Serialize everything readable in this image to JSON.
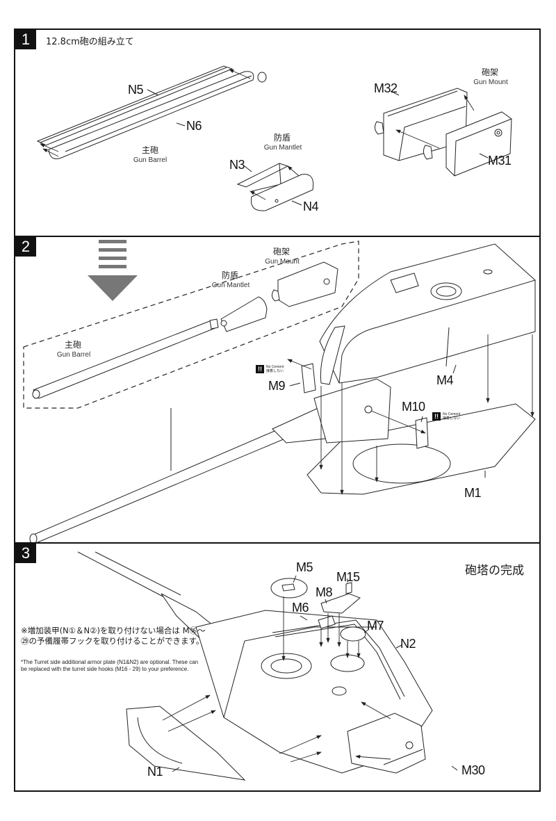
{
  "steps": [
    {
      "number": "1",
      "title": "12.8cm砲の組み立て",
      "groups": [
        {
          "jp": "主砲",
          "en": "Gun Barrel"
        },
        {
          "jp": "防盾",
          "en": "Gun Mantlet"
        },
        {
          "jp": "砲架",
          "en": "Gun Mount"
        }
      ],
      "parts": [
        "N5",
        "N6",
        "N3",
        "N4",
        "M32",
        "M31"
      ]
    },
    {
      "number": "2",
      "groups": [
        {
          "jp": "砲架",
          "en": "Gun Mount"
        },
        {
          "jp": "防盾",
          "en": "Gun Mantlet"
        },
        {
          "jp": "主砲",
          "en": "Gun Barrel"
        }
      ],
      "parts": [
        "M9",
        "M10",
        "M4",
        "M1"
      ],
      "no_cement": {
        "en": "No Cement",
        "jp": "接着しない",
        "badge": "!!"
      }
    },
    {
      "number": "3",
      "title": "砲塔の完成",
      "parts": [
        "M5",
        "M15",
        "M8",
        "M6",
        "M7",
        "N2",
        "N1",
        "M30"
      ],
      "note_jp": "※増加装甲(N①＆N②)を取り付けない場合は M⑯〜㉙の予備履帯フックを取り付けることができます。",
      "note_en": "*The Turret side additional armor plate (N1&N2) are optional. These can be replaced with the turret side hooks (M16 - 29) to your preference."
    }
  ]
}
